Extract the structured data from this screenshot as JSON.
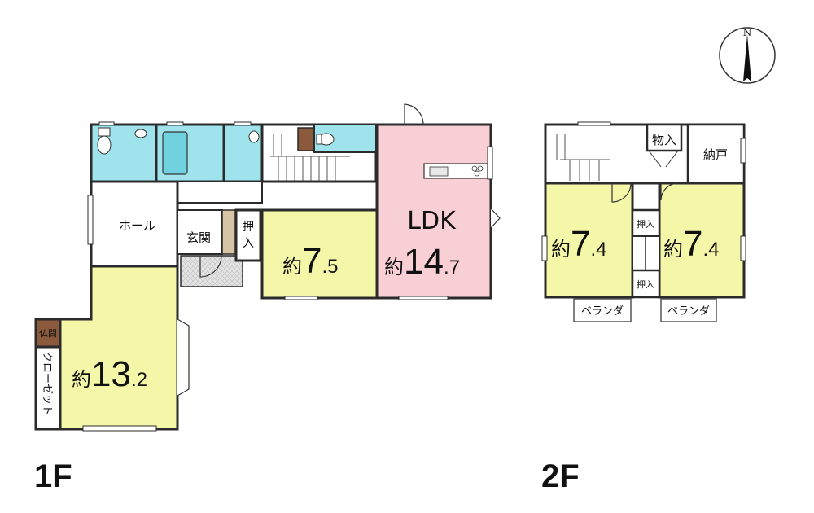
{
  "compass": {
    "label": "N"
  },
  "floor1": {
    "label": "1F",
    "rooms": {
      "hall": "ホール",
      "genkan": "玄関",
      "oshiire": "押入",
      "butsuma": "仏間",
      "closet": "クローゼット",
      "ldk_title": "LDK"
    },
    "areas": {
      "ldk": {
        "prefix": "約",
        "int": "14",
        "dec": ".7"
      },
      "room75": {
        "prefix": "約",
        "int": "7",
        "dec": ".5"
      },
      "room132": {
        "prefix": "約",
        "int": "13",
        "dec": ".2"
      }
    }
  },
  "floor2": {
    "label": "2F",
    "rooms": {
      "monoire": "物入",
      "nando": "納戸",
      "oshiire_top": "押入",
      "oshiire_bottom": "押入",
      "veranda_left": "ベランダ",
      "veranda_right": "ベランダ"
    },
    "areas": {
      "left": {
        "prefix": "約",
        "int": "7",
        "dec": ".4"
      },
      "right": {
        "prefix": "約",
        "int": "7",
        "dec": ".4"
      }
    }
  },
  "colors": {
    "wet_area": "#9fe4ec",
    "room_yellow": "#f5f7a8",
    "ldk_pink": "#f9cfd6",
    "wall": "#2b2b2b",
    "butsuma_brown": "#8b5a3c"
  }
}
